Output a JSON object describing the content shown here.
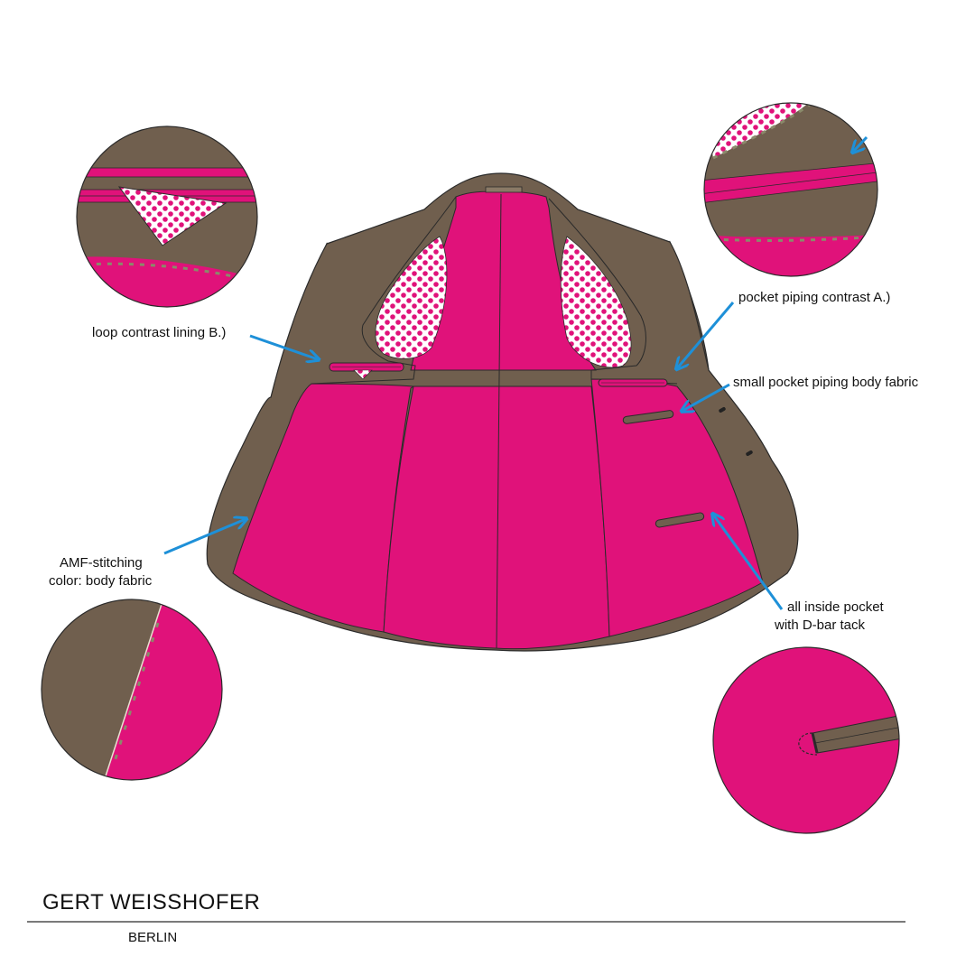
{
  "colors": {
    "body_fabric": "#705f4e",
    "lining": "#e0127a",
    "polka_bg": "#ffffff",
    "polka_dot": "#e0127a",
    "arrow": "#1e90d8",
    "outline": "#2a2a2a",
    "stitch": "#8a8a6a"
  },
  "annotations": {
    "loop_lining": "loop contrast lining B.)",
    "pocket_piping": "pocket piping contrast A.)",
    "small_pocket": "small pocket piping body fabric",
    "amf_line1": "AMF-stitching",
    "amf_line2": "color: body fabric",
    "inside_line1": "all inside pocket",
    "inside_line2": "with D-bar tack"
  },
  "brand": {
    "name": "GERT WEISSHOFER",
    "city": "BERLIN"
  },
  "icons": [
    "jacket-illustration",
    "detail-magnifier-circle",
    "callout-arrow"
  ]
}
